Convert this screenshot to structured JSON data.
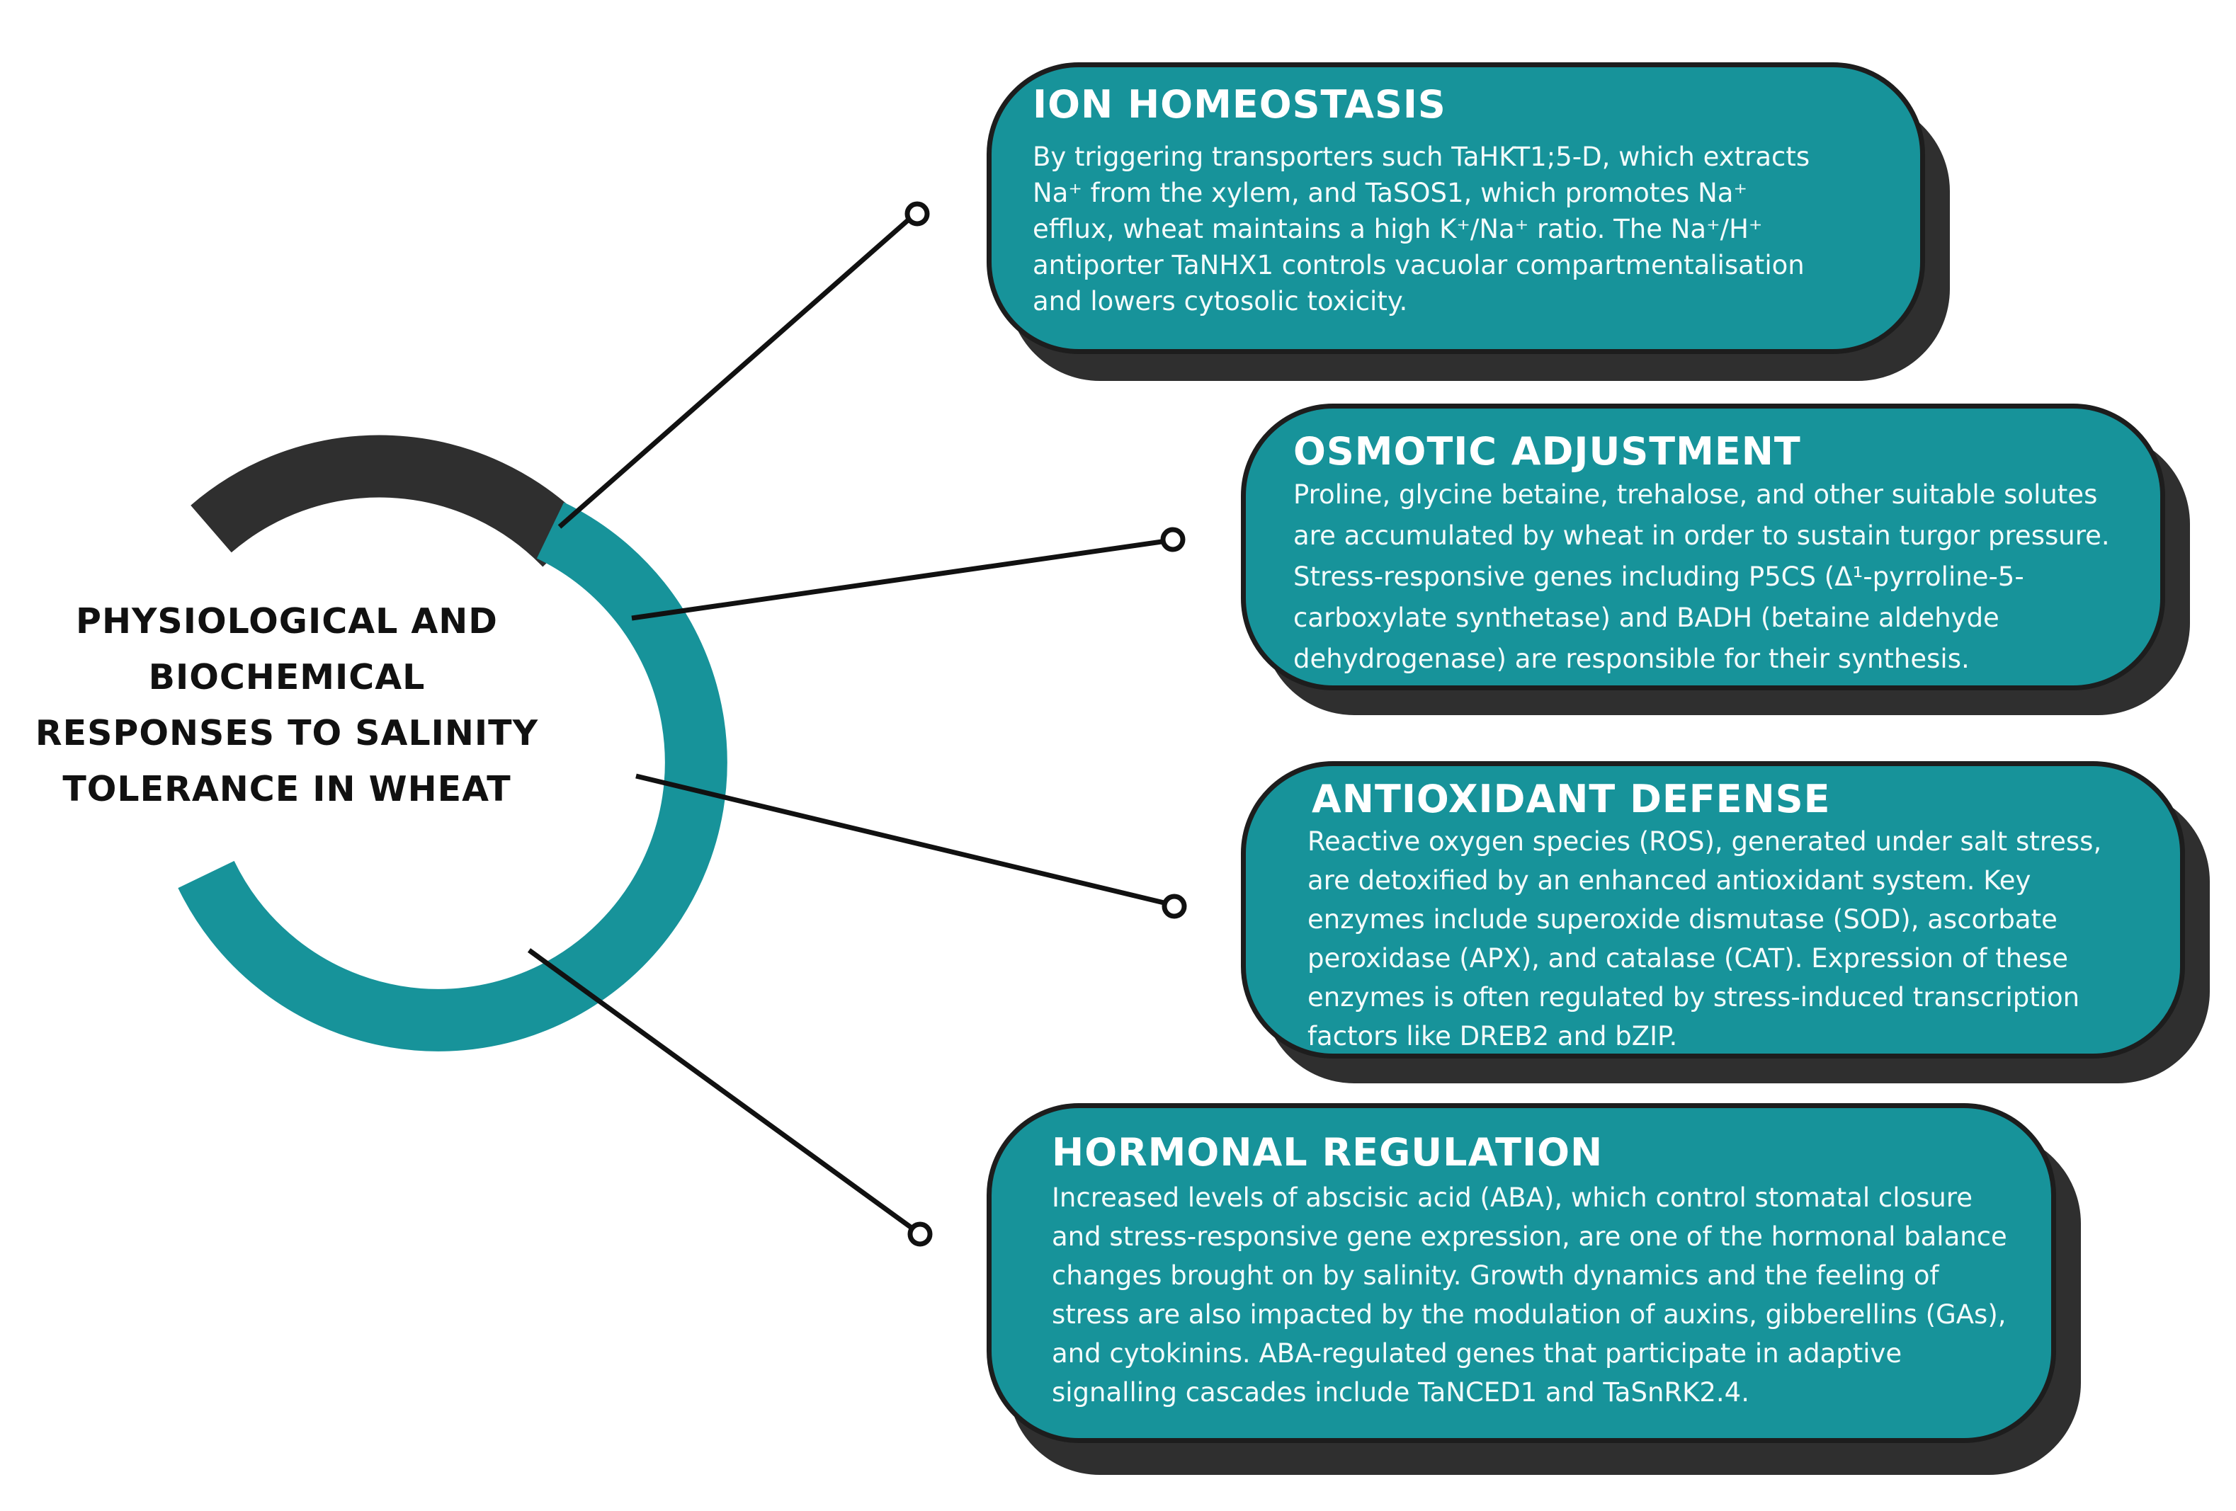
{
  "center": {
    "title_lines": [
      "PHYSIOLOGICAL AND",
      "BIOCHEMICAL",
      "RESPONSES TO SALINITY",
      "TOLERANCE IN WHEAT"
    ]
  },
  "colors": {
    "teal": "#17939a",
    "dark": "#2f2f2f",
    "text_light": "#ffffff"
  },
  "cards": [
    {
      "heading": "ION HOMEOSTASIS",
      "lines": [
        "By triggering transporters such TaHKT1;5-D, which extracts",
        "Na⁺ from the xylem, and TaSOS1, which promotes Na⁺",
        "efflux, wheat maintains a high K⁺/Na⁺ ratio. The Na⁺/H⁺",
        "antiporter TaNHX1 controls vacuolar compartmentalisation",
        "and lowers cytosolic toxicity."
      ]
    },
    {
      "heading": "OSMOTIC ADJUSTMENT",
      "lines": [
        "Proline, glycine betaine, trehalose, and other suitable solutes",
        "are accumulated by wheat in order to sustain turgor pressure.",
        "Stress-responsive genes including P5CS (Δ¹-pyrroline-5-",
        "carboxylate synthetase) and BADH (betaine aldehyde",
        "dehydrogenase) are responsible for their synthesis."
      ]
    },
    {
      "heading": "ANTIOXIDANT DEFENSE",
      "lines": [
        "Reactive oxygen species (ROS), generated under salt stress,",
        "are detoxified by an enhanced antioxidant system. Key",
        "enzymes include superoxide dismutase (SOD), ascorbate",
        "peroxidase (APX), and catalase (CAT). Expression of these",
        "enzymes is often regulated by stress-induced transcription",
        "factors like DREB2 and bZIP."
      ]
    },
    {
      "heading": "HORMONAL REGULATION",
      "lines": [
        "Increased levels of abscisic acid (ABA), which control stomatal closure",
        "and stress-responsive gene expression, are one of the hormonal balance",
        "changes brought on by salinity. Growth dynamics and the feeling of",
        "stress are also impacted by the modulation of auxins, gibberellins (GAs),",
        "and cytokinins. ABA-regulated genes that participate in adaptive",
        "signalling cascades include TaNCED1 and TaSnRK2.4."
      ]
    }
  ]
}
